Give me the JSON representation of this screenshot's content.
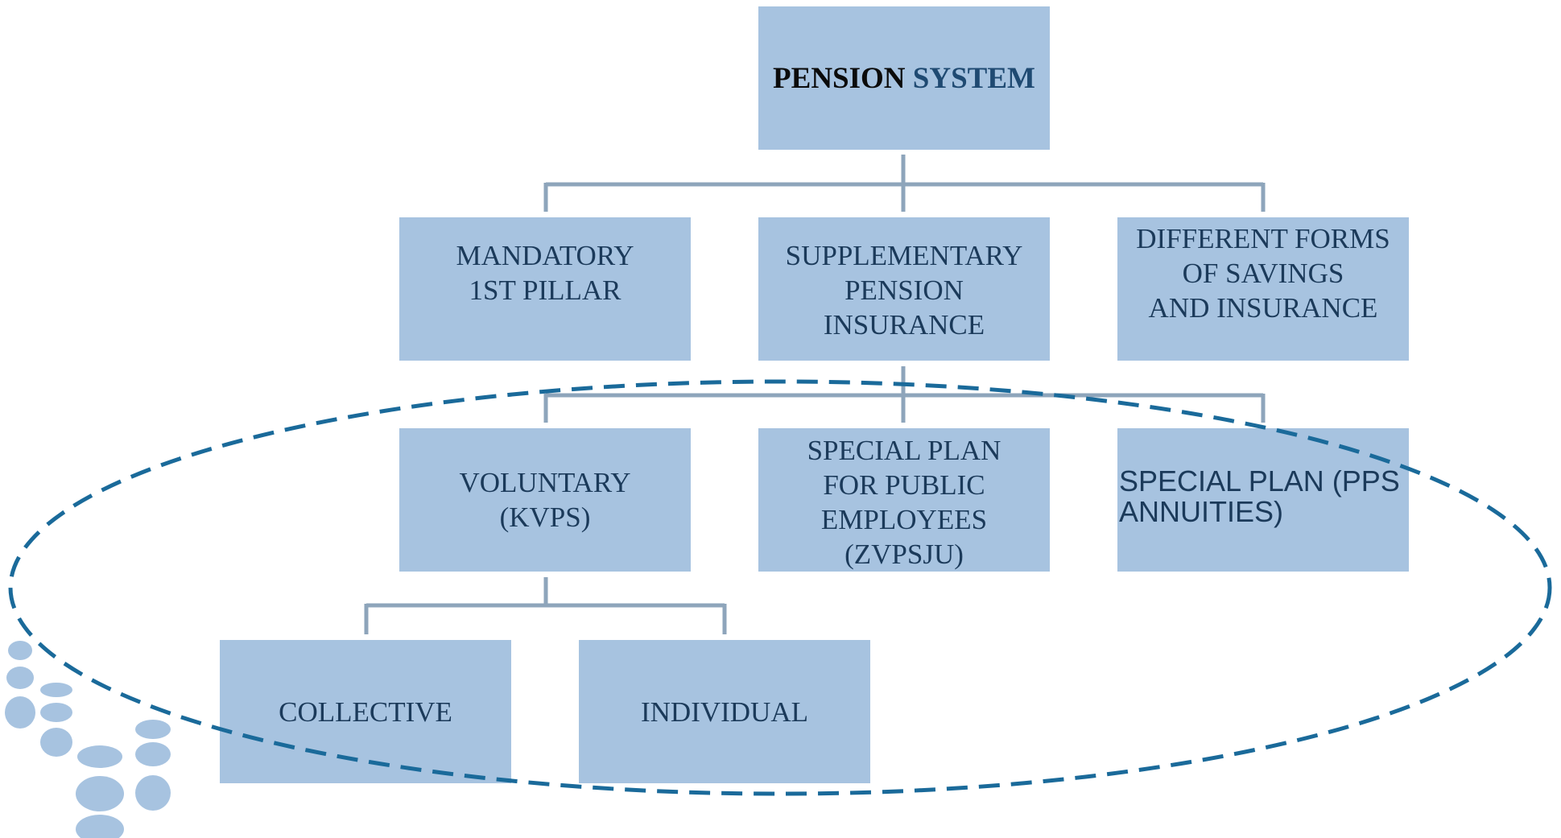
{
  "colors": {
    "box_fill": "#a7c3e0",
    "box_text": "#1b3a5a",
    "connector": "#8ea5bb",
    "dashed_ellipse": "#1a6a9a",
    "decor_dots": "#a7c3e0"
  },
  "root": {
    "part1": "PENSION",
    "part2": "SYSTEM"
  },
  "level1": [
    {
      "key": "mandatory",
      "label": "MANDATORY\n1ST PILLAR"
    },
    {
      "key": "supplementary",
      "label": "SUPPLEMENTARY\nPENSION\nINSURANCE"
    },
    {
      "key": "different",
      "label": "DIFFERENT FORMS\nOF SAVINGS\nAND INSURANCE"
    }
  ],
  "level2": [
    {
      "key": "voluntary",
      "label": "VOLUNTARY\n(KVPS)"
    },
    {
      "key": "special-public",
      "label": "SPECIAL PLAN\nFOR PUBLIC\nEMPLOYEES\n(ZVPSJU)"
    },
    {
      "key": "special-pps",
      "label": "SPECIAL PLAN (PPS\nANNUITIES)"
    }
  ],
  "level3": [
    {
      "key": "collective",
      "label": "COLLECTIVE"
    },
    {
      "key": "individual",
      "label": "INDIVIDUAL"
    }
  ],
  "decor": {
    "dots_icon": "decorative-dots-icon"
  }
}
